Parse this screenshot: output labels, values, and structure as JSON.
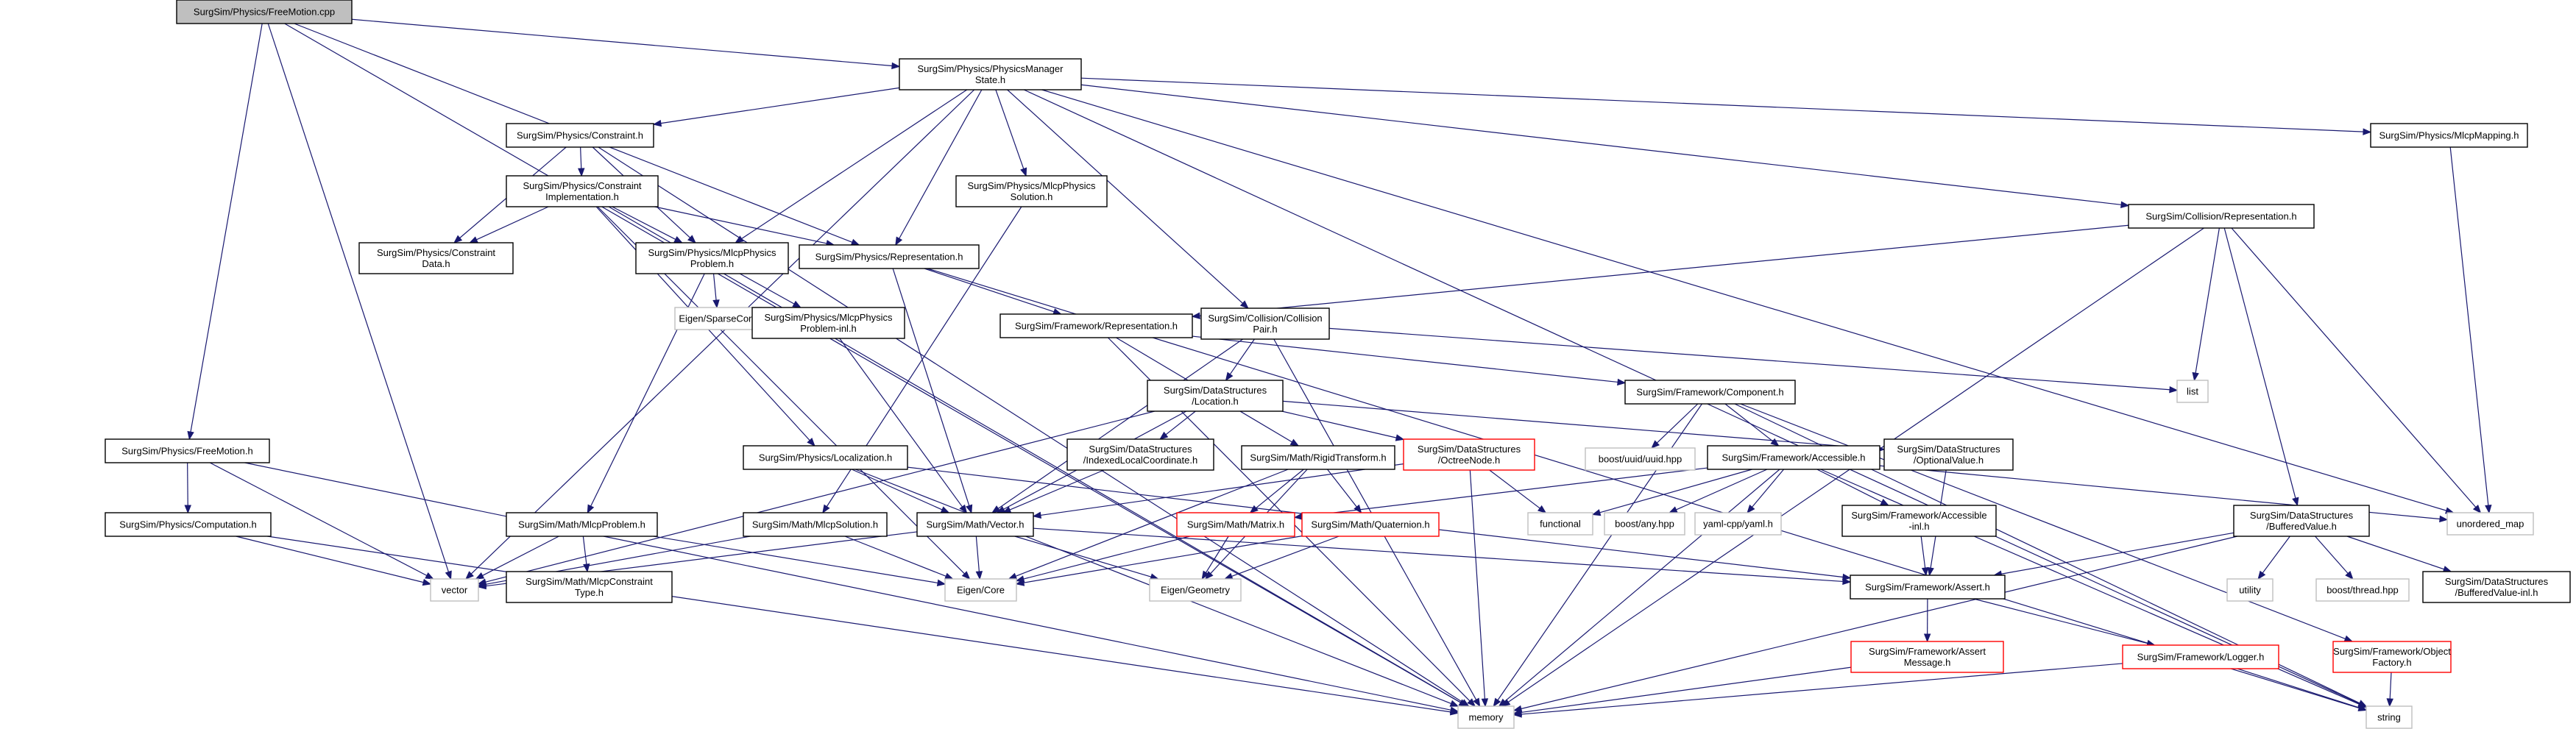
{
  "colors": {
    "edge": "#191970",
    "box_normal": "#000000",
    "box_external": "#bfbfbf",
    "box_truncated": "#ff0000",
    "root_fill": "#bfbfbf"
  },
  "nodes": [
    {
      "id": "freemotion_cpp",
      "label": [
        "SurgSim/Physics/FreeMotion.cpp"
      ],
      "kind": "root"
    },
    {
      "id": "pm_state",
      "label": [
        "SurgSim/Physics/PhysicsManager",
        "State.h"
      ],
      "kind": "normal"
    },
    {
      "id": "freemotion_h",
      "label": [
        "SurgSim/Physics/FreeMotion.h"
      ],
      "kind": "normal"
    },
    {
      "id": "constraint_h",
      "label": [
        "SurgSim/Physics/Constraint.h"
      ],
      "kind": "normal"
    },
    {
      "id": "mlcp_phys_sol",
      "label": [
        "SurgSim/Physics/MlcpPhysics",
        "Solution.h"
      ],
      "kind": "normal"
    },
    {
      "id": "mlcp_mapping",
      "label": [
        "SurgSim/Physics/MlcpMapping.h"
      ],
      "kind": "normal"
    },
    {
      "id": "constraint_impl",
      "label": [
        "SurgSim/Physics/Constraint",
        "Implementation.h"
      ],
      "kind": "normal"
    },
    {
      "id": "constraint_data",
      "label": [
        "SurgSim/Physics/Constraint",
        "Data.h"
      ],
      "kind": "normal"
    },
    {
      "id": "mlcp_phys_problem",
      "label": [
        "SurgSim/Physics/MlcpPhysics",
        "Problem.h"
      ],
      "kind": "normal"
    },
    {
      "id": "phys_repr",
      "label": [
        "SurgSim/Physics/Representation.h"
      ],
      "kind": "normal"
    },
    {
      "id": "coll_repr",
      "label": [
        "SurgSim/Collision/Representation.h"
      ],
      "kind": "normal"
    },
    {
      "id": "eigen_sparse",
      "label": [
        "Eigen/SparseCore"
      ],
      "kind": "external"
    },
    {
      "id": "mlcp_phys_problem_inl",
      "label": [
        "SurgSim/Physics/MlcpPhysics",
        "Problem-inl.h"
      ],
      "kind": "normal"
    },
    {
      "id": "coll_pair",
      "label": [
        "SurgSim/Collision/Collision",
        "Pair.h"
      ],
      "kind": "normal"
    },
    {
      "id": "fw_repr",
      "label": [
        "SurgSim/Framework/Representation.h"
      ],
      "kind": "normal"
    },
    {
      "id": "ds_location",
      "label": [
        "SurgSim/DataStructures",
        "/Location.h"
      ],
      "kind": "normal"
    },
    {
      "id": "fw_component",
      "label": [
        "SurgSim/Framework/Component.h"
      ],
      "kind": "normal"
    },
    {
      "id": "list",
      "label": [
        "list"
      ],
      "kind": "external"
    },
    {
      "id": "phys_localization",
      "label": [
        "SurgSim/Physics/Localization.h"
      ],
      "kind": "normal"
    },
    {
      "id": "ds_indexed",
      "label": [
        "SurgSim/DataStructures",
        "/IndexedLocalCoordinate.h"
      ],
      "kind": "normal"
    },
    {
      "id": "math_rigid",
      "label": [
        "SurgSim/Math/RigidTransform.h"
      ],
      "kind": "normal"
    },
    {
      "id": "ds_octree",
      "label": [
        "SurgSim/DataStructures",
        "/OctreeNode.h"
      ],
      "kind": "truncated"
    },
    {
      "id": "boost_uuid",
      "label": [
        "boost/uuid/uuid.hpp"
      ],
      "kind": "external"
    },
    {
      "id": "fw_accessible",
      "label": [
        "SurgSim/Framework/Accessible.h"
      ],
      "kind": "normal"
    },
    {
      "id": "ds_optional",
      "label": [
        "SurgSim/DataStructures",
        "/OptionalValue.h"
      ],
      "kind": "normal"
    },
    {
      "id": "unordered_map",
      "label": [
        "unordered_map"
      ],
      "kind": "external"
    },
    {
      "id": "phys_computation",
      "label": [
        "SurgSim/Physics/Computation.h"
      ],
      "kind": "normal"
    },
    {
      "id": "math_mlcp_problem",
      "label": [
        "SurgSim/Math/MlcpProblem.h"
      ],
      "kind": "normal"
    },
    {
      "id": "math_mlcp_solution",
      "label": [
        "SurgSim/Math/MlcpSolution.h"
      ],
      "kind": "normal"
    },
    {
      "id": "math_vector",
      "label": [
        "SurgSim/Math/Vector.h"
      ],
      "kind": "normal"
    },
    {
      "id": "math_matrix",
      "label": [
        "SurgSim/Math/Matrix.h"
      ],
      "kind": "truncated"
    },
    {
      "id": "math_quaternion",
      "label": [
        "SurgSim/Math/Quaternion.h"
      ],
      "kind": "truncated"
    },
    {
      "id": "functional",
      "label": [
        "functional"
      ],
      "kind": "external"
    },
    {
      "id": "boost_any",
      "label": [
        "boost/any.hpp"
      ],
      "kind": "external"
    },
    {
      "id": "yaml",
      "label": [
        "yaml-cpp/yaml.h"
      ],
      "kind": "external"
    },
    {
      "id": "fw_accessible_inl",
      "label": [
        "SurgSim/Framework/Accessible",
        "-inl.h"
      ],
      "kind": "normal"
    },
    {
      "id": "ds_buffered",
      "label": [
        "SurgSim/DataStructures",
        "/BufferedValue.h"
      ],
      "kind": "normal"
    },
    {
      "id": "vector",
      "label": [
        "vector"
      ],
      "kind": "external"
    },
    {
      "id": "math_mlcp_ctype",
      "label": [
        "SurgSim/Math/MlcpConstraint",
        "Type.h"
      ],
      "kind": "normal"
    },
    {
      "id": "eigen_core",
      "label": [
        "Eigen/Core"
      ],
      "kind": "external"
    },
    {
      "id": "eigen_geometry",
      "label": [
        "Eigen/Geometry"
      ],
      "kind": "external"
    },
    {
      "id": "fw_assert",
      "label": [
        "SurgSim/Framework/Assert.h"
      ],
      "kind": "normal"
    },
    {
      "id": "utility",
      "label": [
        "utility"
      ],
      "kind": "external"
    },
    {
      "id": "boost_thread",
      "label": [
        "boost/thread.hpp"
      ],
      "kind": "external"
    },
    {
      "id": "ds_buffered_inl",
      "label": [
        "SurgSim/DataStructures",
        "/BufferedValue-inl.h"
      ],
      "kind": "normal"
    },
    {
      "id": "fw_assert_msg",
      "label": [
        "SurgSim/Framework/Assert",
        "Message.h"
      ],
      "kind": "truncated"
    },
    {
      "id": "fw_logger",
      "label": [
        "SurgSim/Framework/Logger.h"
      ],
      "kind": "truncated"
    },
    {
      "id": "fw_objfactory",
      "label": [
        "SurgSim/Framework/Object",
        "Factory.h"
      ],
      "kind": "truncated"
    },
    {
      "id": "memory",
      "label": [
        "memory"
      ],
      "kind": "external"
    },
    {
      "id": "string",
      "label": [
        "string"
      ],
      "kind": "external"
    }
  ],
  "edges": [
    [
      "freemotion_cpp",
      "pm_state"
    ],
    [
      "freemotion_cpp",
      "freemotion_h"
    ],
    [
      "freemotion_cpp",
      "phys_repr"
    ],
    [
      "freemotion_cpp",
      "vector"
    ],
    [
      "freemotion_cpp",
      "memory"
    ],
    [
      "pm_state",
      "constraint_h"
    ],
    [
      "pm_state",
      "mlcp_phys_sol"
    ],
    [
      "pm_state",
      "mlcp_mapping"
    ],
    [
      "pm_state",
      "mlcp_phys_problem"
    ],
    [
      "pm_state",
      "phys_repr"
    ],
    [
      "pm_state",
      "coll_repr"
    ],
    [
      "pm_state",
      "coll_pair"
    ],
    [
      "pm_state",
      "vector"
    ],
    [
      "pm_state",
      "unordered_map"
    ],
    [
      "pm_state",
      "string"
    ],
    [
      "freemotion_h",
      "phys_computation"
    ],
    [
      "freemotion_h",
      "vector"
    ],
    [
      "freemotion_h",
      "memory"
    ],
    [
      "constraint_h",
      "constraint_impl"
    ],
    [
      "constraint_h",
      "constraint_data"
    ],
    [
      "constraint_h",
      "mlcp_phys_problem"
    ],
    [
      "constraint_h",
      "memory"
    ],
    [
      "mlcp_phys_sol",
      "math_mlcp_solution"
    ],
    [
      "mlcp_mapping",
      "unordered_map"
    ],
    [
      "constraint_impl",
      "constraint_data"
    ],
    [
      "constraint_impl",
      "mlcp_phys_problem"
    ],
    [
      "constraint_impl",
      "phys_repr"
    ],
    [
      "constraint_impl",
      "phys_localization"
    ],
    [
      "constraint_impl",
      "eigen_core"
    ],
    [
      "constraint_impl",
      "memory"
    ],
    [
      "mlcp_phys_problem",
      "eigen_sparse"
    ],
    [
      "mlcp_phys_problem",
      "mlcp_phys_problem_inl"
    ],
    [
      "mlcp_phys_problem",
      "math_mlcp_problem"
    ],
    [
      "mlcp_phys_problem_inl",
      "math_vector"
    ],
    [
      "phys_repr",
      "fw_repr"
    ],
    [
      "phys_repr",
      "math_vector"
    ],
    [
      "phys_repr",
      "string"
    ],
    [
      "coll_repr",
      "fw_repr"
    ],
    [
      "coll_repr",
      "list"
    ],
    [
      "coll_repr",
      "ds_buffered"
    ],
    [
      "coll_repr",
      "unordered_map"
    ],
    [
      "coll_repr",
      "memory"
    ],
    [
      "coll_pair",
      "ds_location"
    ],
    [
      "coll_pair",
      "math_vector"
    ],
    [
      "coll_pair",
      "list"
    ],
    [
      "coll_pair",
      "memory"
    ],
    [
      "fw_repr",
      "fw_component"
    ],
    [
      "fw_repr",
      "math_rigid"
    ],
    [
      "fw_repr",
      "memory"
    ],
    [
      "ds_location",
      "ds_indexed"
    ],
    [
      "ds_location",
      "ds_octree"
    ],
    [
      "ds_location",
      "ds_optional"
    ],
    [
      "ds_location",
      "math_vector"
    ],
    [
      "ds_location",
      "vector"
    ],
    [
      "fw_component",
      "boost_uuid"
    ],
    [
      "fw_component",
      "fw_accessible"
    ],
    [
      "fw_component",
      "fw_objfactory"
    ],
    [
      "fw_component",
      "memory"
    ],
    [
      "fw_component",
      "string"
    ],
    [
      "phys_localization",
      "math_vector"
    ],
    [
      "phys_localization",
      "fw_assert"
    ],
    [
      "phys_localization",
      "memory"
    ],
    [
      "ds_indexed",
      "math_vector"
    ],
    [
      "math_rigid",
      "math_matrix"
    ],
    [
      "math_rigid",
      "math_quaternion"
    ],
    [
      "math_rigid",
      "eigen_core"
    ],
    [
      "math_rigid",
      "eigen_geometry"
    ],
    [
      "ds_octree",
      "functional"
    ],
    [
      "ds_octree",
      "memory"
    ],
    [
      "ds_octree",
      "math_vector"
    ],
    [
      "fw_accessible",
      "functional"
    ],
    [
      "fw_accessible",
      "boost_any"
    ],
    [
      "fw_accessible",
      "yaml"
    ],
    [
      "fw_accessible",
      "fw_accessible_inl"
    ],
    [
      "fw_accessible",
      "unordered_map"
    ],
    [
      "fw_accessible",
      "memory"
    ],
    [
      "fw_accessible",
      "string"
    ],
    [
      "fw_accessible",
      "math_matrix"
    ],
    [
      "ds_optional",
      "fw_assert"
    ],
    [
      "phys_computation",
      "vector"
    ],
    [
      "phys_computation",
      "memory"
    ],
    [
      "math_mlcp_problem",
      "math_mlcp_ctype"
    ],
    [
      "math_mlcp_problem",
      "eigen_core"
    ],
    [
      "math_mlcp_problem",
      "vector"
    ],
    [
      "math_mlcp_solution",
      "eigen_core"
    ],
    [
      "math_mlcp_solution",
      "vector"
    ],
    [
      "math_vector",
      "eigen_core"
    ],
    [
      "math_vector",
      "eigen_geometry"
    ],
    [
      "math_vector",
      "fw_assert"
    ],
    [
      "math_vector",
      "vector"
    ],
    [
      "math_matrix",
      "eigen_core"
    ],
    [
      "math_matrix",
      "eigen_geometry"
    ],
    [
      "math_quaternion",
      "eigen_core"
    ],
    [
      "math_quaternion",
      "eigen_geometry"
    ],
    [
      "fw_accessible_inl",
      "fw_assert"
    ],
    [
      "ds_buffered",
      "utility"
    ],
    [
      "ds_buffered",
      "boost_thread"
    ],
    [
      "ds_buffered",
      "ds_buffered_inl"
    ],
    [
      "ds_buffered",
      "fw_assert"
    ],
    [
      "ds_buffered",
      "memory"
    ],
    [
      "fw_assert",
      "fw_assert_msg"
    ],
    [
      "fw_assert",
      "fw_logger"
    ],
    [
      "fw_assert_msg",
      "memory"
    ],
    [
      "fw_logger",
      "memory"
    ],
    [
      "fw_logger",
      "string"
    ],
    [
      "fw_objfactory",
      "string"
    ]
  ]
}
